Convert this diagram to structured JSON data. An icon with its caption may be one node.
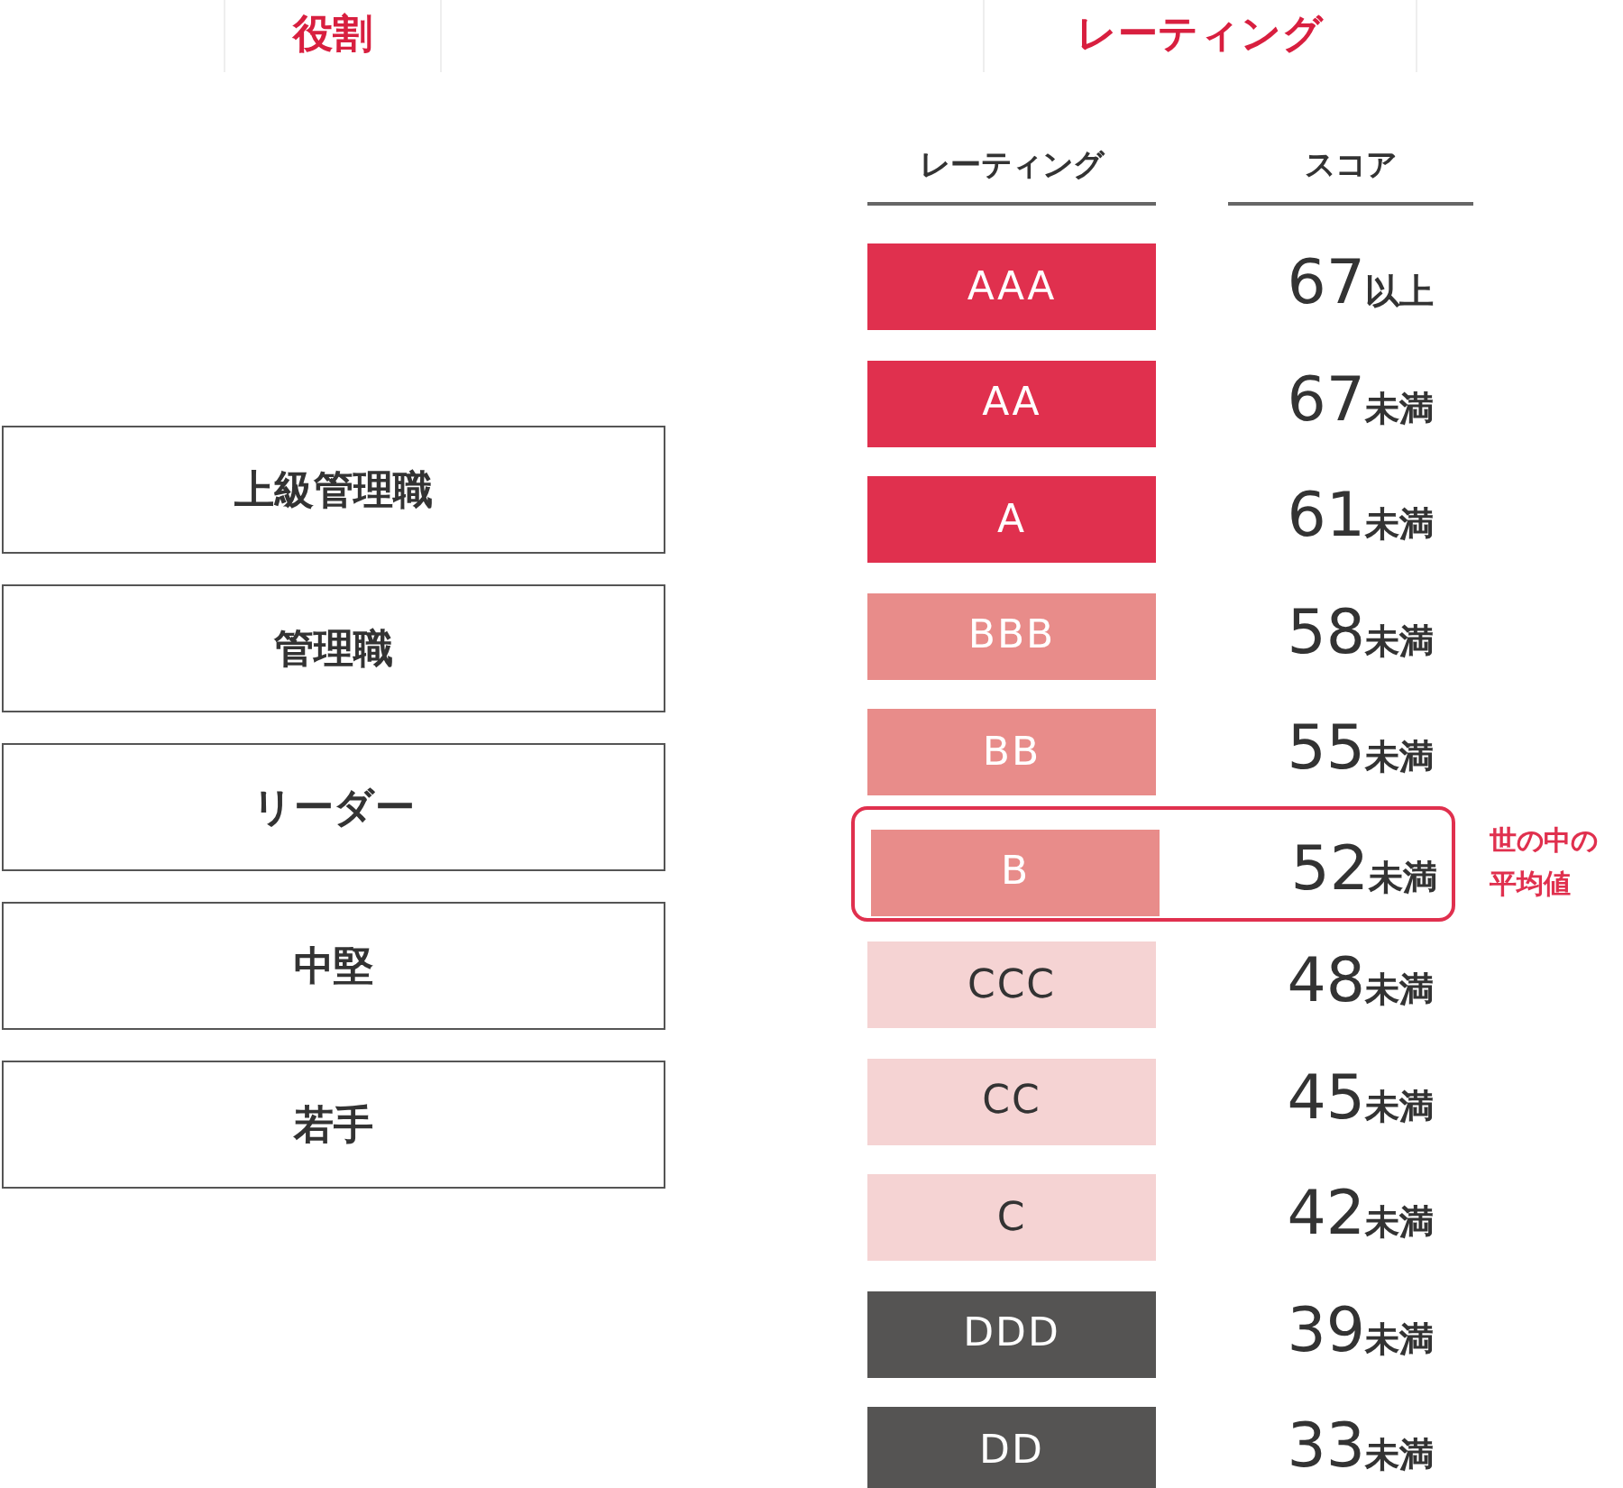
{
  "diagram": {
    "nodes": [
      {
        "text": [
          "上級管理職"
        ]
      },
      {
        "text": [
          "管理職"
        ]
      },
      {
        "text": [
          "リーダー"
        ]
      },
      {
        "text": [
          "中堅"
        ]
      },
      {
        "text": [
          "若手"
        ]
      },
      {
        "text": [
          "AAA"
        ],
        "beside": [
          "67以上"
        ]
      },
      {
        "text": [
          "AA"
        ],
        "beside": [
          "67未満"
        ]
      },
      {
        "text": [
          "A"
        ],
        "beside": [
          "61未満"
        ]
      },
      {
        "text": [
          "BBB"
        ],
        "beside": [
          "58未満"
        ]
      },
      {
        "text": [
          "BB"
        ],
        "beside": [
          "55未満"
        ]
      },
      {
        "text": [],
        "shape": "box",
        "beside": [
          "世の中の平均値"
        ]
      },
      {
        "text": [
          "B"
        ],
        "beside": [
          "52未満"
        ],
        "in": 10
      },
      {
        "text": [
          "CCC"
        ],
        "beside": [
          "48未満"
        ]
      },
      {
        "text": [
          "CC"
        ],
        "beside": [
          "45未満"
        ]
      },
      {
        "text": [
          "C"
        ],
        "beside": [
          "42未満"
        ]
      },
      {
        "text": [
          "DDD"
        ],
        "beside": [
          "39未満"
        ]
      },
      {
        "text": [
          "DD"
        ],
        "beside": [
          "33未満"
        ]
      }
    ],
    "labels": [
      "役割",
      "レーティング",
      "レーティング",
      "スコア"
    ]
  }
}
